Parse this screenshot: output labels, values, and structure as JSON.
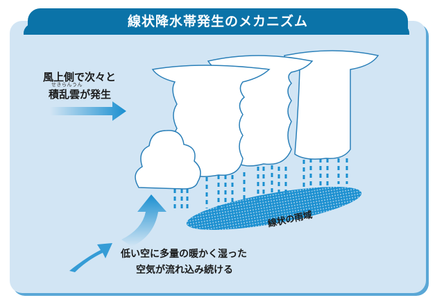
{
  "title": "線状降水帯発生のメカニズム",
  "labels": {
    "windward_line1": "風上側で次々と",
    "windward_ruby": "せきらんうん",
    "windward_line2": "積乱雲が発生",
    "inflow_line1": "低い空に多量の暖かく湿った",
    "inflow_line2": "空気が流れ込み続ける",
    "rain_area": "線状の雨域"
  },
  "colors": {
    "banner": "#0b73a8",
    "panel": "#d2e5f4",
    "rain": "#1a8fd0",
    "cloud_outline": "#2a7fb8"
  }
}
